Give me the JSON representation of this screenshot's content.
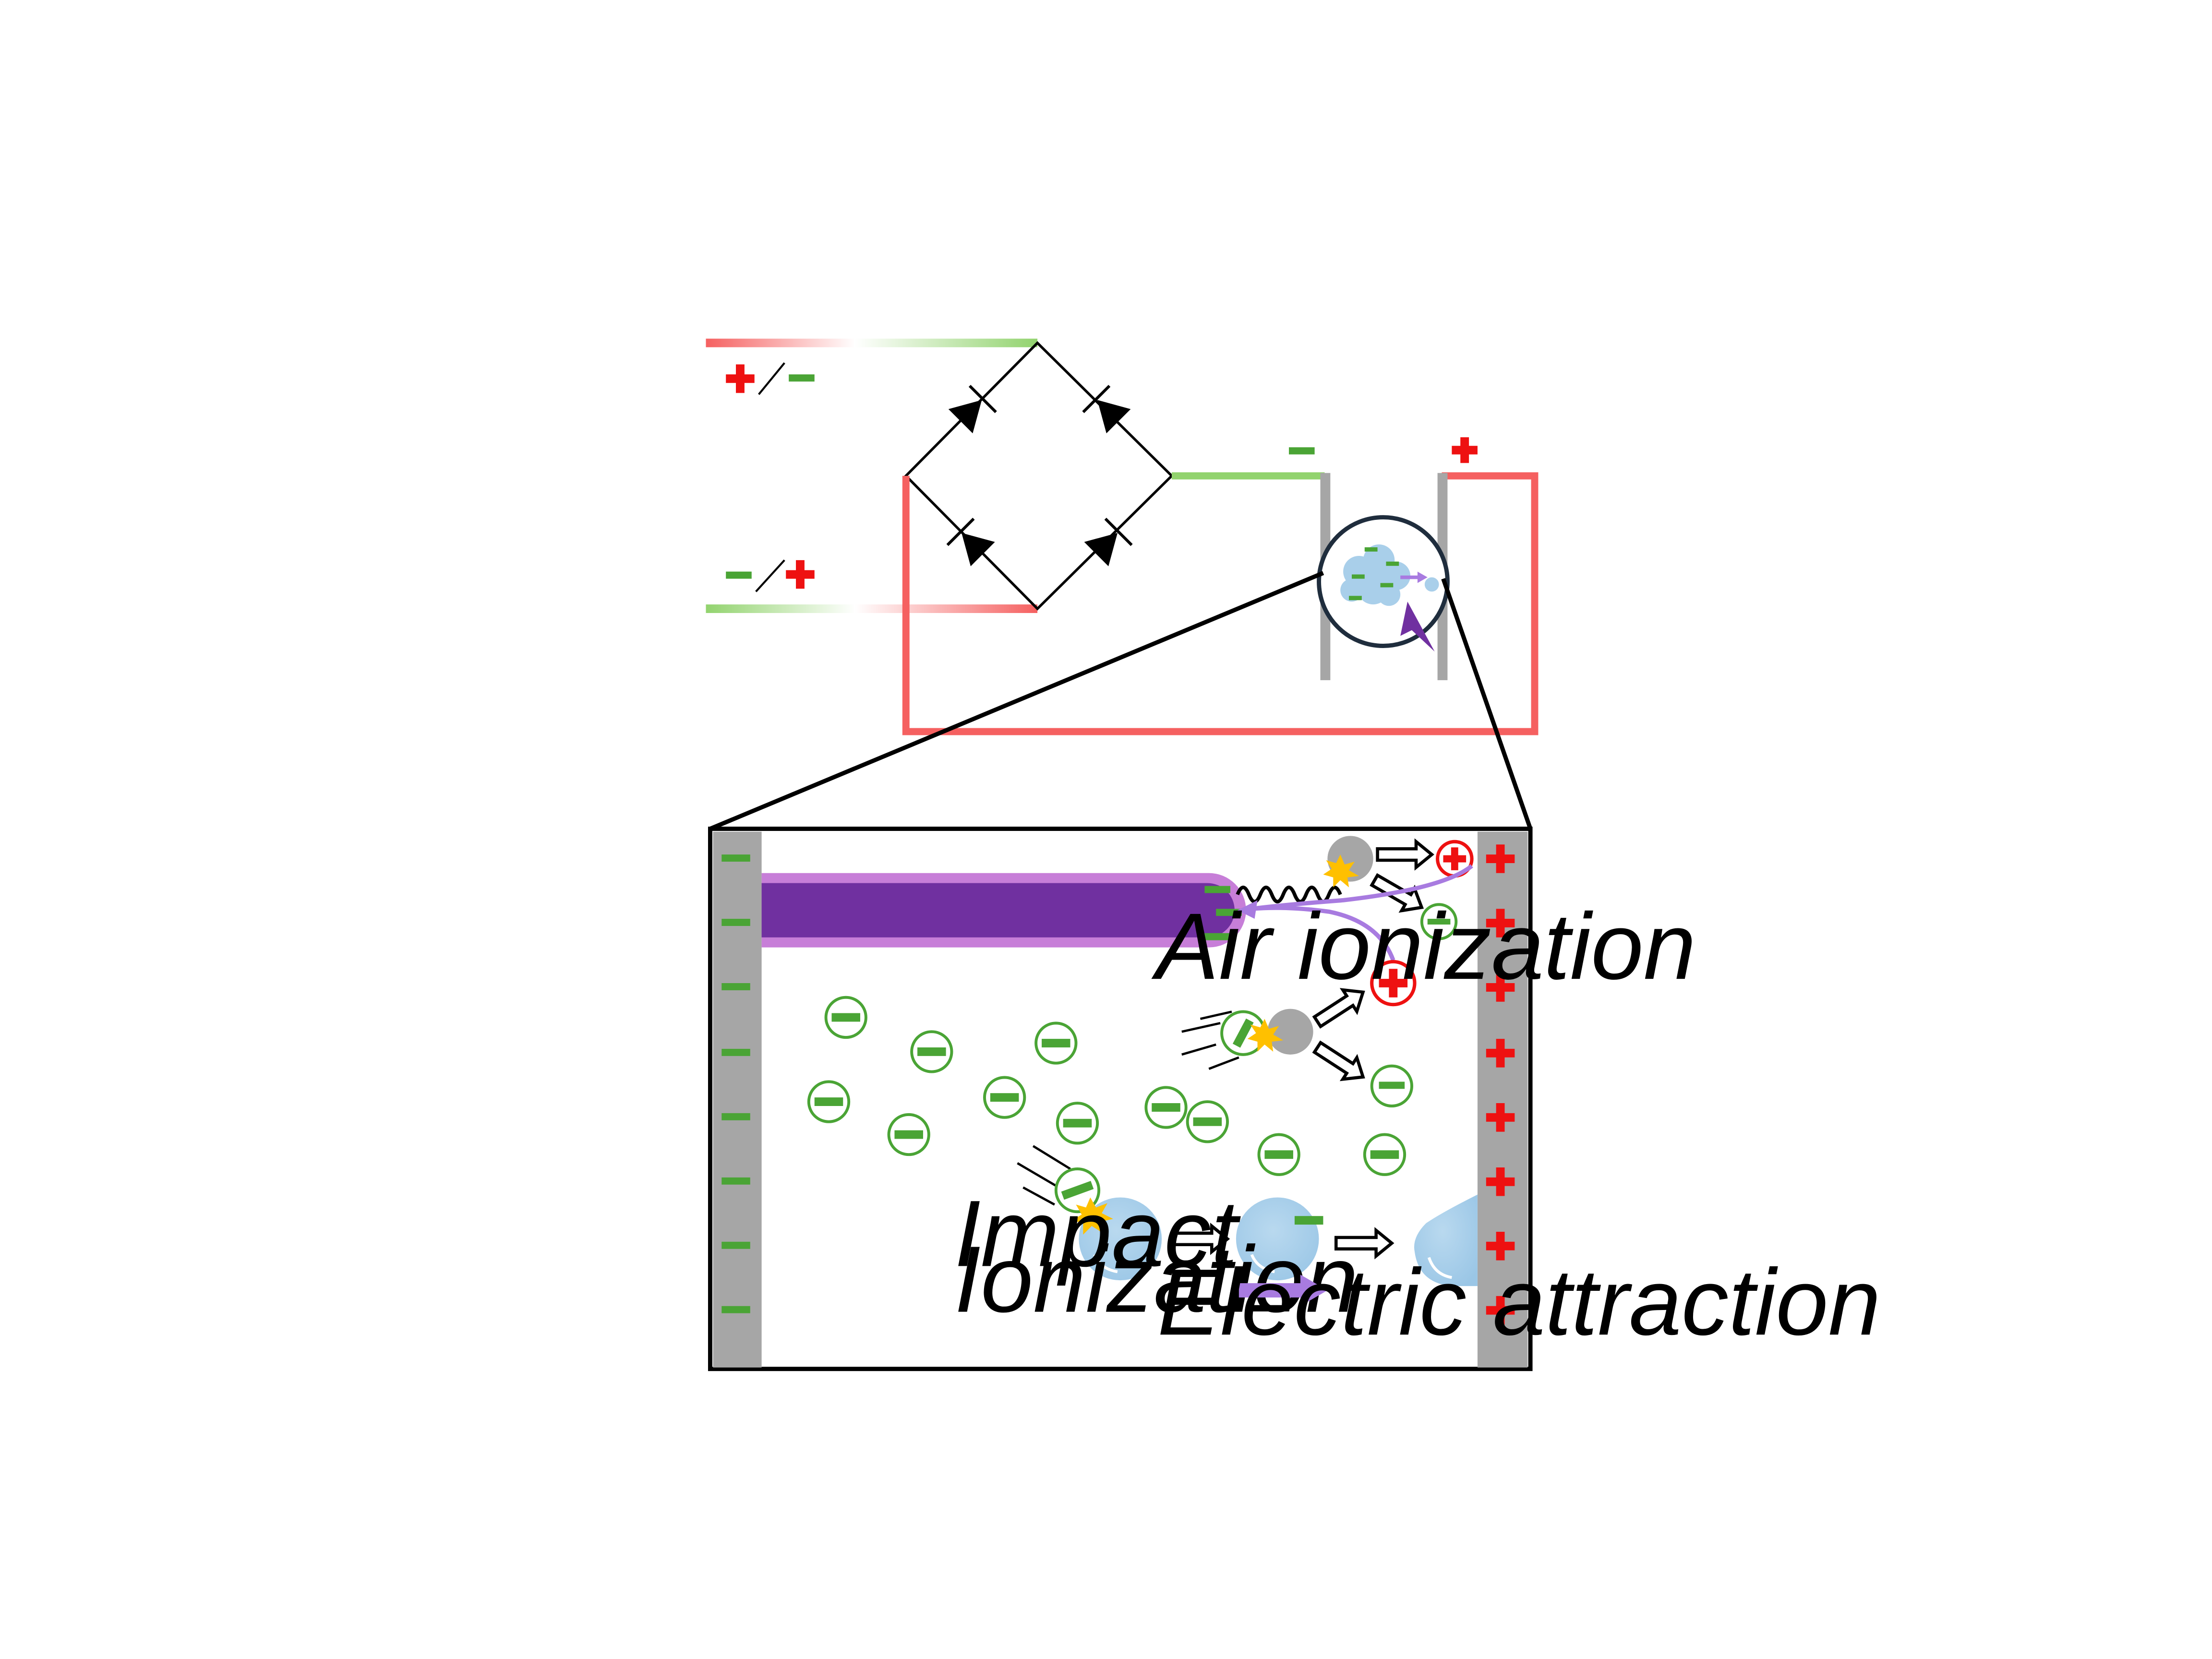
{
  "colors": {
    "positive": "#ee1111",
    "negative": "#4aa435",
    "wire_positive": "#f56060",
    "wire_negative": "#92d36e",
    "electrode": "#a6a6a6",
    "streamer": "#7030a0",
    "streamer_glow": "#c77ed8",
    "droplet": "#a9cfea",
    "attraction": "#a87be0",
    "spark": "#ffc000"
  },
  "labels": {
    "air_ionization": "Air ionization",
    "impact_ionization_line1": "Impact",
    "impact_ionization_line2": "Ionization",
    "electric_attraction": "Electric attraction"
  },
  "icons": {
    "diode": "diode-icon",
    "plus": "plus-icon",
    "minus": "minus-icon",
    "droplet": "water-droplet-icon",
    "spark": "spark-icon",
    "lightning": "lightning-icon",
    "magnifier": "magnifier-circle-icon"
  }
}
